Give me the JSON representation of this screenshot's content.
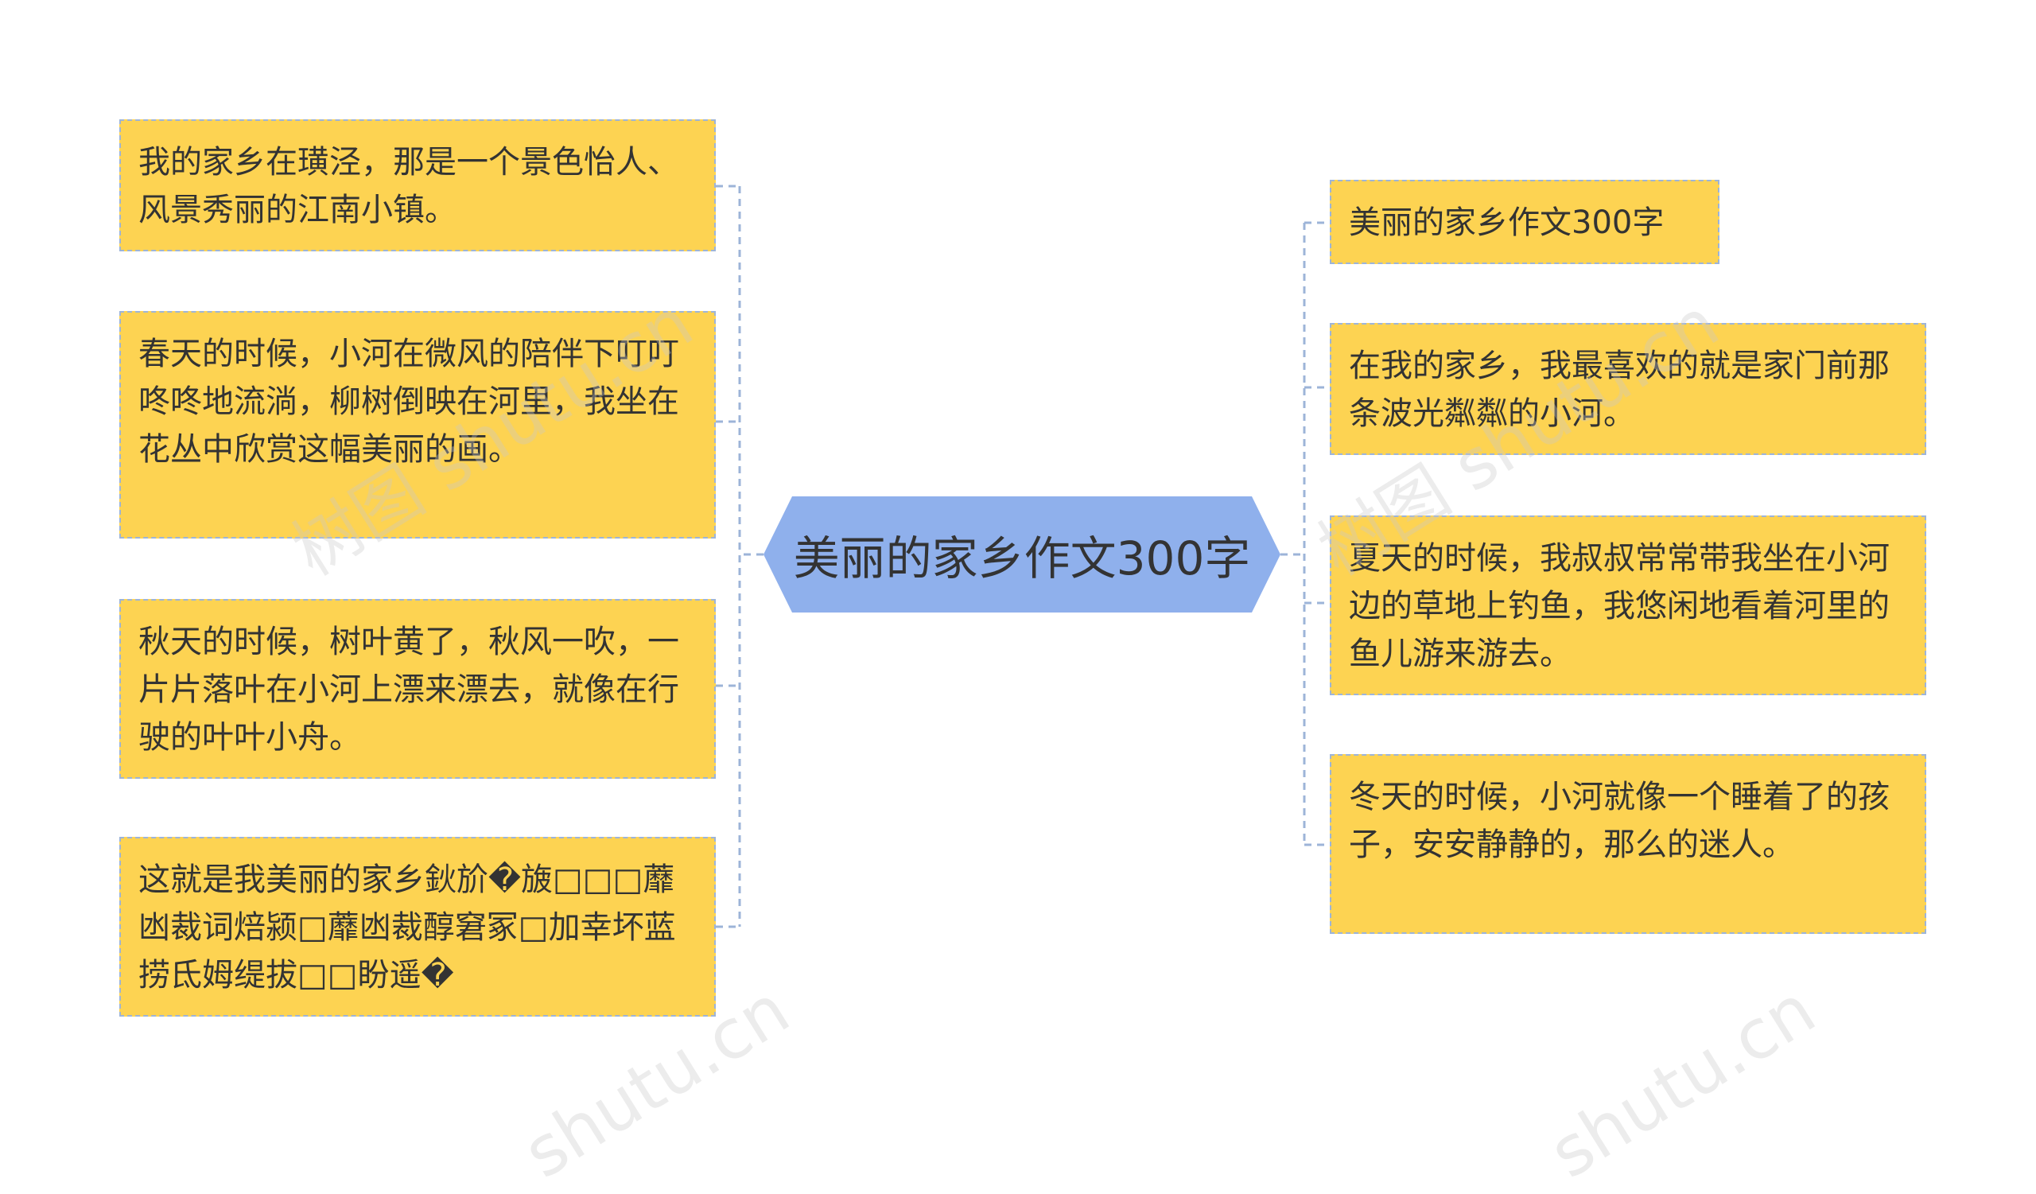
{
  "center": {
    "title": "美丽的家乡作文300字"
  },
  "left_nodes": [
    {
      "text": "我的家乡在璜泾，那是一个景色怡人、风景秀丽的江南小镇。"
    },
    {
      "text": "春天的时候，小河在微风的陪伴下叮叮咚咚地流淌，柳树倒映在河里，我坐在花丛中欣赏这幅美丽的画。"
    },
    {
      "text": "秋天的时候，树叶黄了，秋风一吹，一片片落叶在小河上漂来漂去，就像在行驶的叶叶小舟。"
    },
    {
      "text": "这就是我美丽的家乡鈥斺�旇□□□蘼凼裁词焙颍□蘼凼裁醇窘冢□加幸坏蓝捞氐姆缇拔□□盼遥�"
    }
  ],
  "right_nodes": [
    {
      "text": "美丽的家乡作文300字"
    },
    {
      "text": "在我的家乡，我最喜欢的就是家门前那条波光粼粼的小河。"
    },
    {
      "text": "夏天的时候，我叔叔常常带我坐在小河边的草地上钓鱼，我悠闲地看着河里的鱼儿游来游去。"
    },
    {
      "text": "冬天的时候，小河就像一个睡着了的孩子，安安静静的，那么的迷人。"
    }
  ],
  "watermarks": [
    "树图 shutu.cn",
    "树图 shutu.cn",
    "shutu.cn",
    "shutu.cn"
  ],
  "colors": {
    "node_fill": "#FDD352",
    "node_border": "#9DB4D8",
    "center_fill": "#8FB0EC",
    "connector": "#9DB4D8",
    "text": "#333333"
  }
}
